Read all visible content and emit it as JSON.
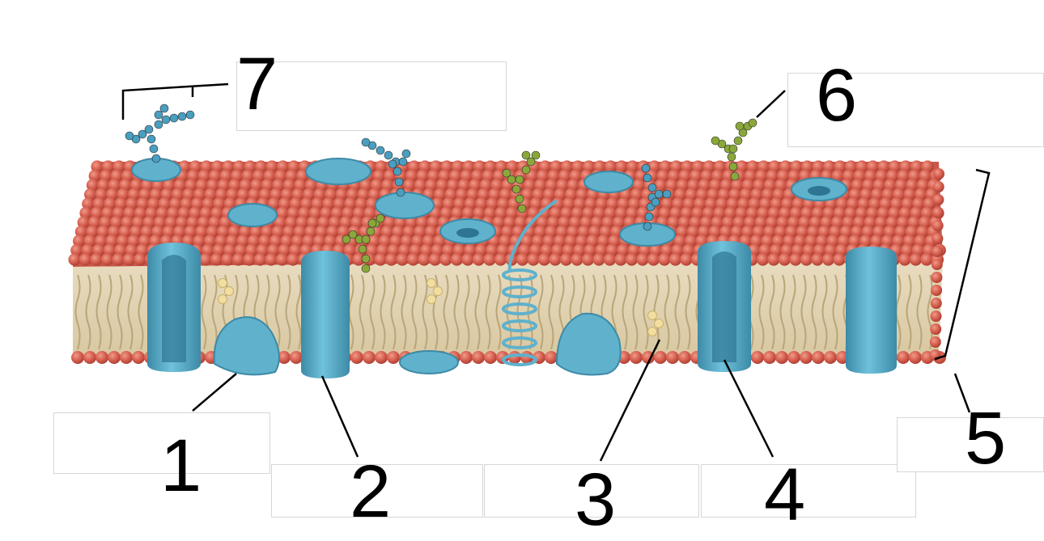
{
  "diagram": {
    "labels": {
      "l1": "1",
      "l2": "2",
      "l3": "3",
      "l4": "4",
      "l5": "5",
      "l6": "6",
      "l7": "7"
    }
  },
  "colors": {
    "background": "#ffffff",
    "phospholipid_head": "#d65f4f",
    "phospholipid_head_dark": "#a83c30",
    "lipid_tail": "#d9c9a0",
    "protein": "#5fb1cc",
    "protein_dark": "#3d8aa6",
    "glycan_blue": "#4a9ec0",
    "glycan_green": "#8aa83a",
    "cholesterol": "#f2dfa0",
    "leader_line": "#000000"
  }
}
